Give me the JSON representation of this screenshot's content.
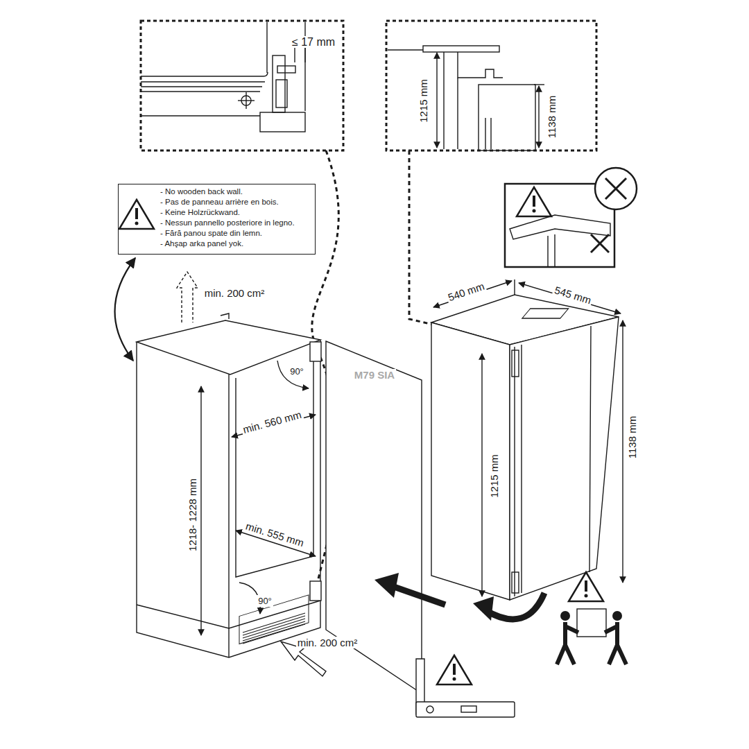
{
  "diagram": {
    "nodes": [
      {
        "text": [
          "- No wooden back wall.",
          "- Pas de panneau arrière en bois.",
          "- Keine Holzrückwand.",
          "- Nessun pannello posteriore in legno.",
          "- Fără panou spate din lemn.",
          "- Ahşap arka panel yok."
        ]
      }
    ],
    "labels": [
      "≤ 17 mm",
      "1215 mm",
      "1138 mm",
      "min. 200 cm²",
      "540 mm",
      "545 mm",
      "90°",
      "M79 SIA",
      "min. 560 mm",
      "1215 mm",
      "1138 mm",
      "1218- 1228 mm",
      "min. 555 mm",
      "90°",
      "min. 200 cm²"
    ]
  }
}
